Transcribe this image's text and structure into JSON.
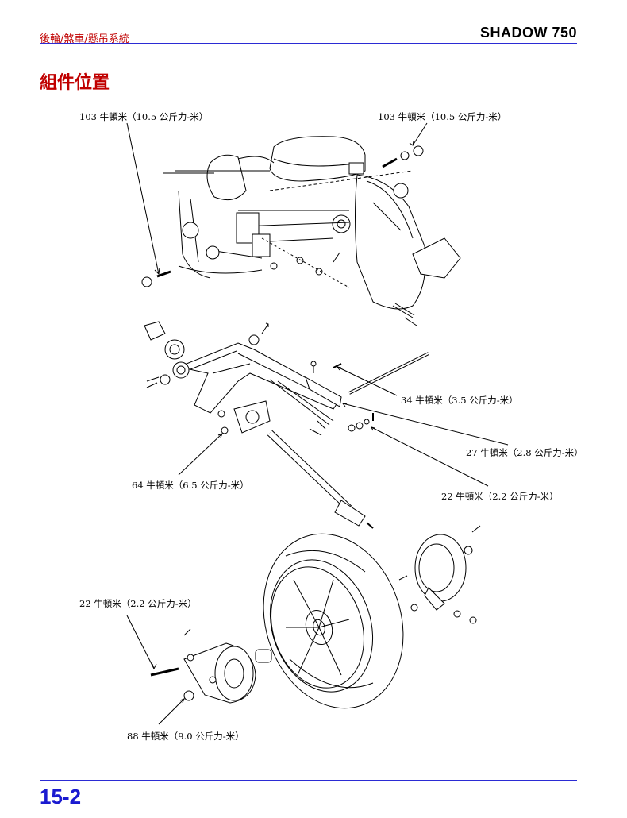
{
  "header": {
    "section": "後輪/煞車/懸吊系統",
    "model": "SHADOW 750"
  },
  "title": "組件位置",
  "labels": {
    "top_left": "103 牛頓米（10.5 公斤力-米）",
    "top_right": "103 牛頓米（10.5 公斤力-米）",
    "mid_34": "34 牛頓米（3.5 公斤力-米）",
    "mid_27": "27 牛頓米（2.8 公斤力-米）",
    "mid_22": "22 牛頓米（2.2 公斤力-米）",
    "mid_64": "64 牛頓米（6.5 公斤力-米）",
    "low_22": "22 牛頓米（2.2 公斤力-米）",
    "low_88": "88 牛頓米（9.0 公斤力-米）"
  },
  "footer": {
    "page_number": "15-2"
  }
}
